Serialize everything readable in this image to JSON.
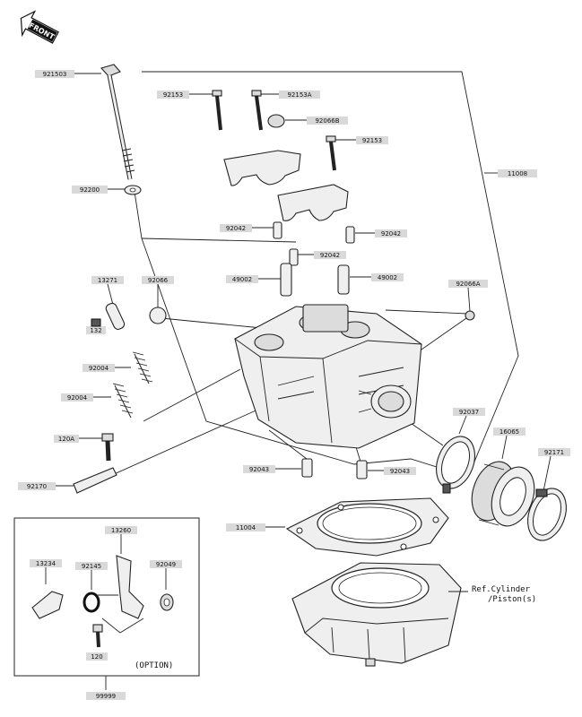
{
  "front_badge": "FRONT",
  "callouts": [
    {
      "id": "921503",
      "label": "921503"
    },
    {
      "id": "92153",
      "label": "92153"
    },
    {
      "id": "92153A",
      "label": "92153A"
    },
    {
      "id": "92066B",
      "label": "92066B"
    },
    {
      "id": "92153b",
      "label": "92153"
    },
    {
      "id": "11008",
      "label": "11008"
    },
    {
      "id": "92200",
      "label": "92200"
    },
    {
      "id": "92042a",
      "label": "92042"
    },
    {
      "id": "92042b",
      "label": "92042"
    },
    {
      "id": "92042c",
      "label": "92042"
    },
    {
      "id": "13271",
      "label": "13271"
    },
    {
      "id": "92066",
      "label": "92066"
    },
    {
      "id": "49002a",
      "label": "49002"
    },
    {
      "id": "49002b",
      "label": "49002"
    },
    {
      "id": "92066A",
      "label": "92066A"
    },
    {
      "id": "132",
      "label": "132"
    },
    {
      "id": "92004a",
      "label": "92004"
    },
    {
      "id": "92004b",
      "label": "92004"
    },
    {
      "id": "92037",
      "label": "92037"
    },
    {
      "id": "16065",
      "label": "16065"
    },
    {
      "id": "92171",
      "label": "92171"
    },
    {
      "id": "120A",
      "label": "120A"
    },
    {
      "id": "92043a",
      "label": "92043"
    },
    {
      "id": "92043b",
      "label": "92043"
    },
    {
      "id": "92170",
      "label": "92170"
    },
    {
      "id": "11004",
      "label": "11004"
    },
    {
      "id": "13260",
      "label": "13260"
    },
    {
      "id": "13234",
      "label": "13234"
    },
    {
      "id": "92145",
      "label": "92145"
    },
    {
      "id": "92049",
      "label": "92049"
    },
    {
      "id": "120",
      "label": "120"
    },
    {
      "id": "99999",
      "label": "99999"
    }
  ],
  "reference_note_line1": "Ref.Cylinder",
  "reference_note_line2": "/Piston(s)",
  "option_label": "(OPTION)"
}
